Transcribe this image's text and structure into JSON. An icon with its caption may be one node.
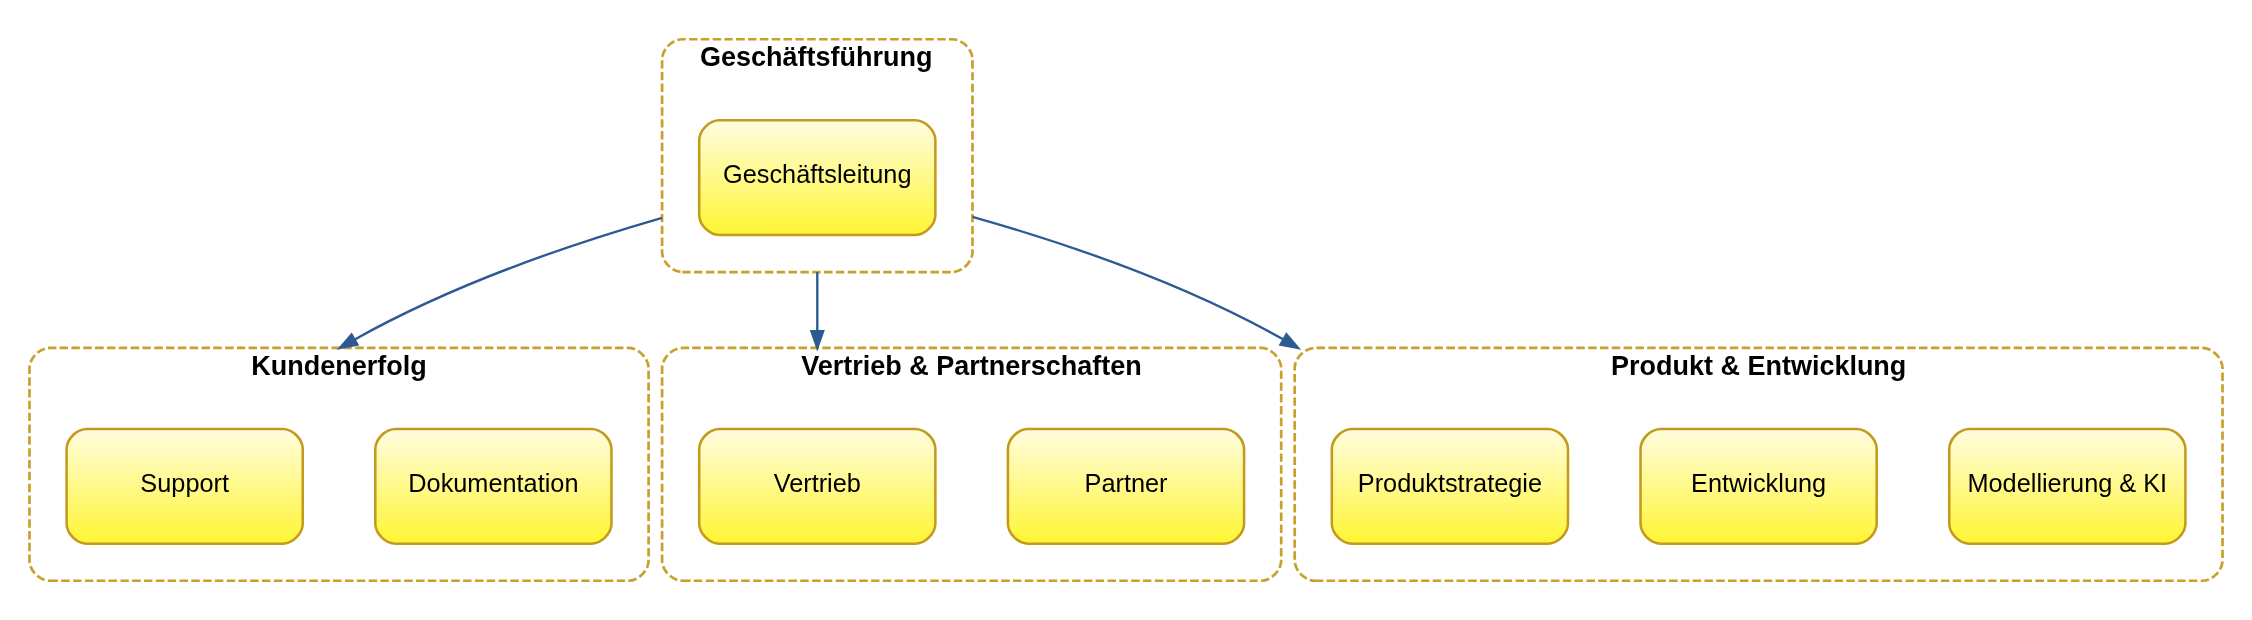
{
  "diagram": {
    "nodes": [
      {
        "text": [
          "Geschäftsführung"
        ]
      },
      {
        "text": [
          "Geschäftsleitung"
        ],
        "in": 0
      },
      {
        "text": [
          "Kundenerfolg"
        ]
      },
      {
        "text": [
          "Support"
        ],
        "in": 2
      },
      {
        "text": [
          "Dokumentation"
        ],
        "in": 2
      },
      {
        "text": [
          "Vertrieb & Partnerschaften"
        ]
      },
      {
        "text": [
          "Vertrieb"
        ],
        "in": 5
      },
      {
        "text": [
          "Partner"
        ],
        "in": 5
      },
      {
        "text": [
          "Produkt & Entwicklung"
        ]
      },
      {
        "text": [
          "Produktstrategie"
        ],
        "in": 8
      },
      {
        "text": [
          "Entwicklung"
        ],
        "in": 8
      },
      {
        "text": [
          "Modellierung & KI"
        ],
        "in": 8
      }
    ],
    "edges": [
      {
        "from": 0,
        "to": 2,
        "arrow": "to"
      },
      {
        "from": 0,
        "to": 5,
        "arrow": "to"
      },
      {
        "from": 0,
        "to": 8,
        "arrow": "to"
      }
    ]
  }
}
